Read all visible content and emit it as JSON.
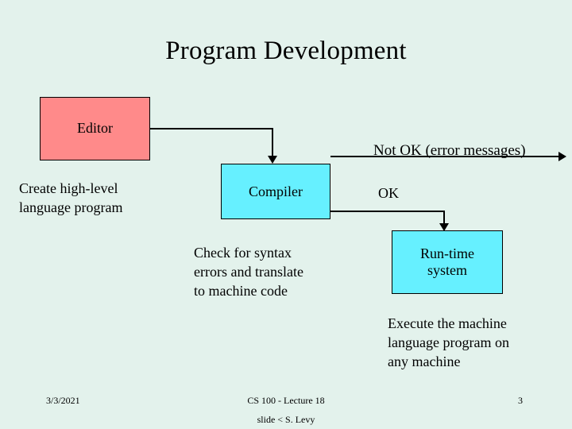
{
  "slide": {
    "title": "Program Development",
    "background_color": "#e3f2ec",
    "boxes": [
      {
        "id": "editor",
        "label": "Editor",
        "fill": "#ff8a8a"
      },
      {
        "id": "compiler",
        "label": "Compiler",
        "fill": "#66f0ff"
      },
      {
        "id": "runtime",
        "label": "Run-time\nsystem",
        "fill": "#66f0ff"
      }
    ],
    "box_labels": {
      "editor": "Editor",
      "compiler": "Compiler",
      "runtime_line1": "Run-time",
      "runtime_line2": "system"
    },
    "captions": {
      "not_ok": "Not OK (error messages)",
      "ok": "OK",
      "create_line1": "Create high-level",
      "create_line2": "language program",
      "check_line1": "Check for syntax",
      "check_line2": "errors and translate",
      "check_line3": "to machine code",
      "execute_line1": "Execute the machine",
      "execute_line2": "language program on",
      "execute_line3": "any machine"
    },
    "footer": {
      "date": "3/3/2021",
      "center": "CS 100 - Lecture 18",
      "subtitle": "slide < S. Levy",
      "page": "3"
    }
  }
}
